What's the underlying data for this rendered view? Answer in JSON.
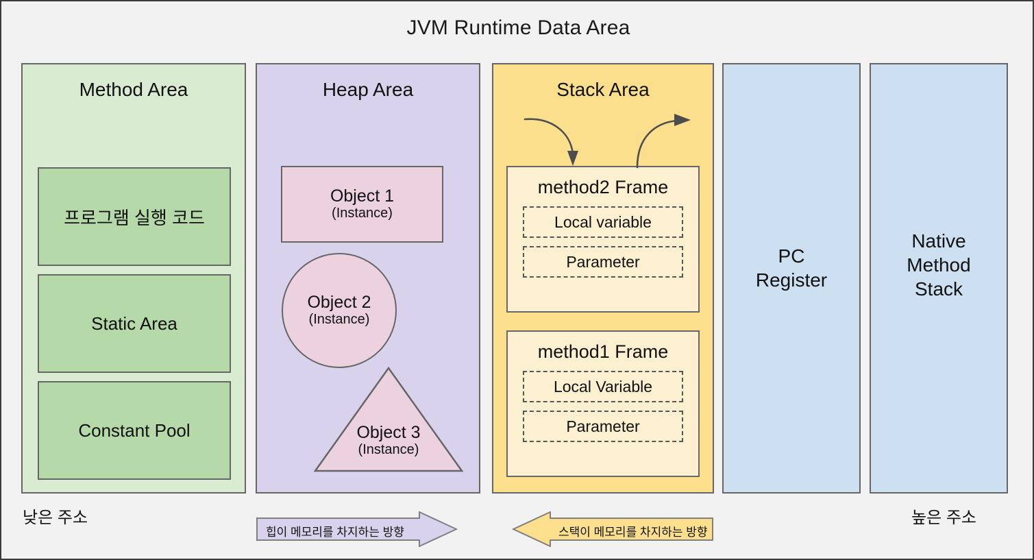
{
  "diagram": {
    "title": "JVM Runtime Data Area",
    "background_color": "#f2f2f2",
    "border_color": "#3b3b3b"
  },
  "method_area": {
    "title": "Method Area",
    "fill_color": "#d9ecd2",
    "box_fill_color": "#b5d9a8",
    "boxes": [
      {
        "label": "프로그램 실행 코드"
      },
      {
        "label": "Static Area"
      },
      {
        "label": "Constant Pool"
      }
    ]
  },
  "heap_area": {
    "title": "Heap Area",
    "fill_color": "#d9d2ec",
    "object_fill_color": "#ecd2de",
    "objects": [
      {
        "shape": "rectangle",
        "name": "Object 1",
        "sub": "(Instance)"
      },
      {
        "shape": "circle",
        "name": "Object 2",
        "sub": "(Instance)"
      },
      {
        "shape": "triangle",
        "name": "Object 3",
        "sub": "(Instance)"
      }
    ]
  },
  "stack_area": {
    "title": "Stack Area",
    "fill_color": "#fbdf8d",
    "frame_fill_color": "#fdf0d0",
    "push_arrow_icon": "curved-arrow-down-icon",
    "pop_arrow_icon": "curved-arrow-up-right-icon",
    "frames": [
      {
        "title": "method2 Frame",
        "slots": [
          "Local variable",
          "Parameter"
        ]
      },
      {
        "title": "method1 Frame",
        "slots": [
          "Local Variable",
          "Parameter"
        ]
      }
    ]
  },
  "pc_register": {
    "title": "PC\nRegister",
    "line1": "PC",
    "line2": "Register",
    "fill_color": "#cde0f2"
  },
  "native_method_stack": {
    "line1": "Native",
    "line2": "Method",
    "line3": "Stack",
    "fill_color": "#cde0f2"
  },
  "footer": {
    "low_address_label": "낮은 주소",
    "high_address_label": "높은 주소",
    "heap_direction_banner": {
      "text": "힙이 메모리를 차지하는 방향",
      "direction": "right",
      "fill_color": "#d9d2ec"
    },
    "stack_direction_banner": {
      "text": "스택이 메모리를 차지하는 방향",
      "direction": "left",
      "fill_color": "#fbdf8d"
    }
  }
}
